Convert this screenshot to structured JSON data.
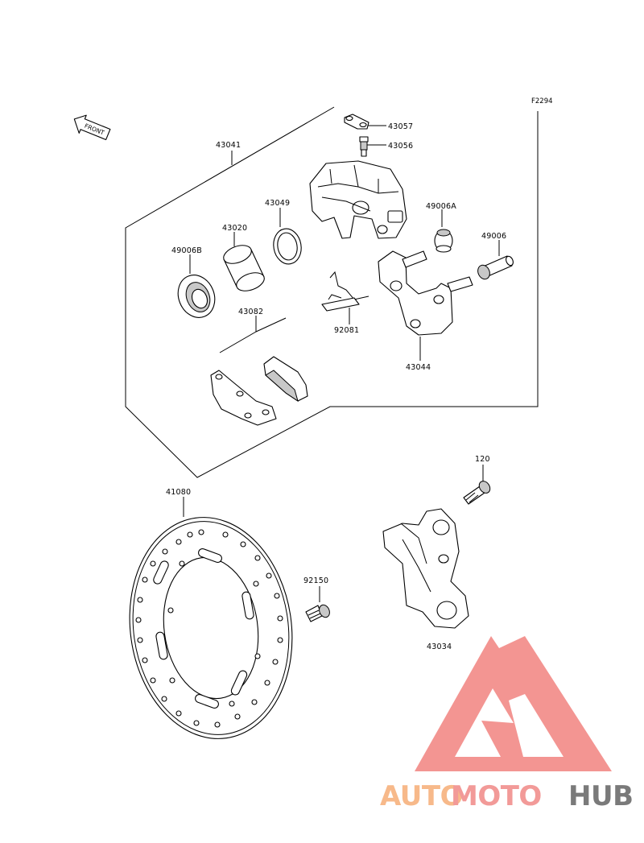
{
  "figure_code": "F2294",
  "front_label": "FRONT",
  "parts": {
    "p43041": "43041",
    "p43057": "43057",
    "p43056": "43056",
    "p43049": "43049",
    "p43020": "43020",
    "p49006A": "49006A",
    "p49006": "49006",
    "p49006B": "49006B",
    "p43082": "43082",
    "p92081": "92081",
    "p43044": "43044",
    "p120": "120",
    "p41080": "41080",
    "p92150": "92150",
    "p43034": "43034"
  },
  "watermark": {
    "part1": "AUTO",
    "part2": "MOTO",
    "part3": "HUB",
    "color1": "#f7b98a",
    "color2": "#f29a98",
    "color3": "#7a7a7a",
    "logo_color": "#f28a86"
  }
}
